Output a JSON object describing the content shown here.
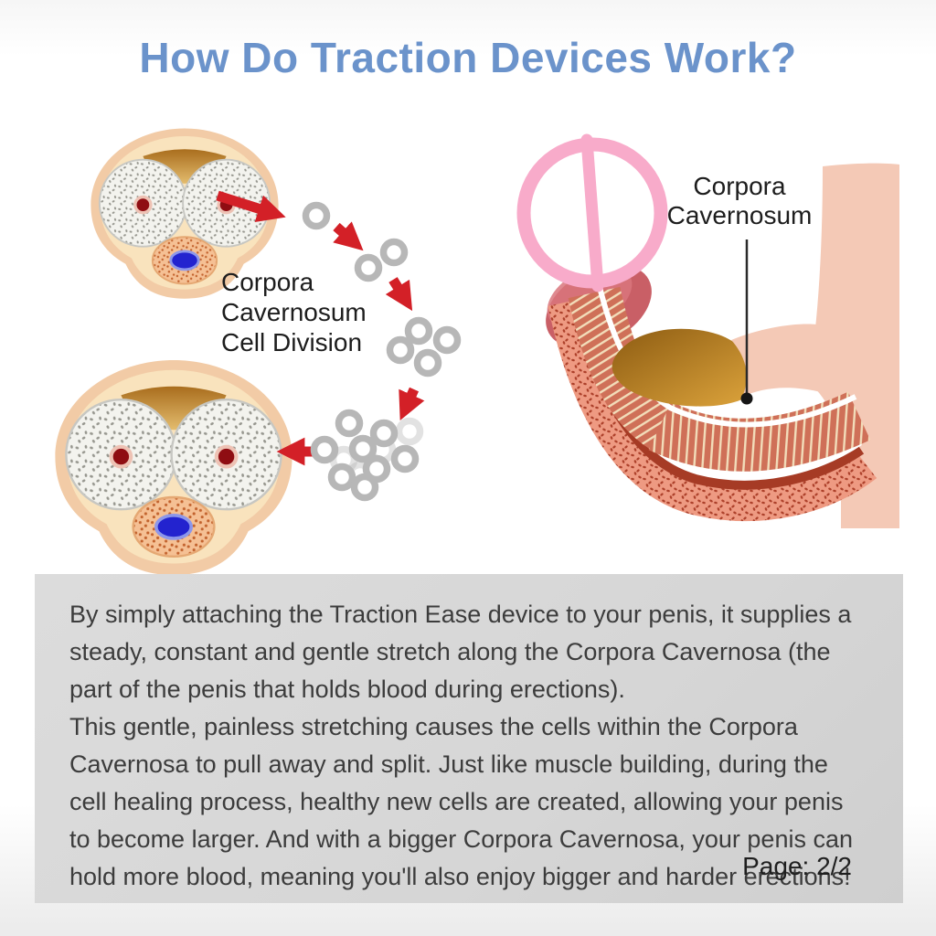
{
  "title": "How Do Traction Devices Work?",
  "colors": {
    "title_blue": "#6b93cb",
    "arrow_red": "#d32027",
    "cell_gray": "#b7b7b7",
    "device_pink": "#f8abca",
    "box_bg": "#d6d6d6",
    "body_text": "#3c3c3c",
    "label_black": "#1d1d1d",
    "skin_outer": "#f2cba6",
    "skin_inner": "#f9e3bd",
    "corpora_dot_red": "#8f0d12",
    "urethra_blue": "#2323cf",
    "shaft_red": "#a63b25",
    "striation": "#cf7058",
    "striation_line": "#f2ddba",
    "flesh": "#f4c9b6"
  },
  "left_diagram": {
    "label_lines": [
      "Corpora",
      "Cavernosum",
      "Cell Division"
    ]
  },
  "right_diagram": {
    "label_lines": [
      "Corpora",
      "Cavernosum"
    ]
  },
  "text_box": {
    "paragraphs": [
      "By simply attaching the Traction Ease device to your penis, it supplies a steady, constant and gentle stretch along the Corpora Cavernosa (the part of the penis that holds blood during erections).",
      "This gentle, painless stretching causes the cells within the Corpora Cavernosa to pull away and split. Just like muscle building, during the cell healing process, healthy new cells are created, allowing your penis to become larger. And with a bigger Corpora Cavernosa, your penis can hold more blood, meaning you'll also enjoy bigger and harder erections!"
    ],
    "page_label": "Page: 2/2"
  }
}
